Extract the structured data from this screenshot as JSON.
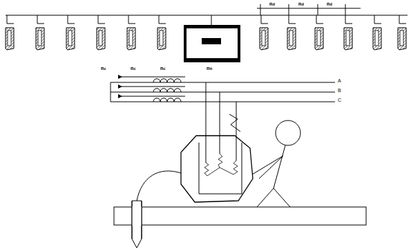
{
  "diagram": {
    "labels": [
      "Rd",
      "Rd",
      "Rd",
      "Rc",
      "Rc",
      "Rc",
      "Rtt",
      "A",
      "B",
      "C"
    ]
  }
}
